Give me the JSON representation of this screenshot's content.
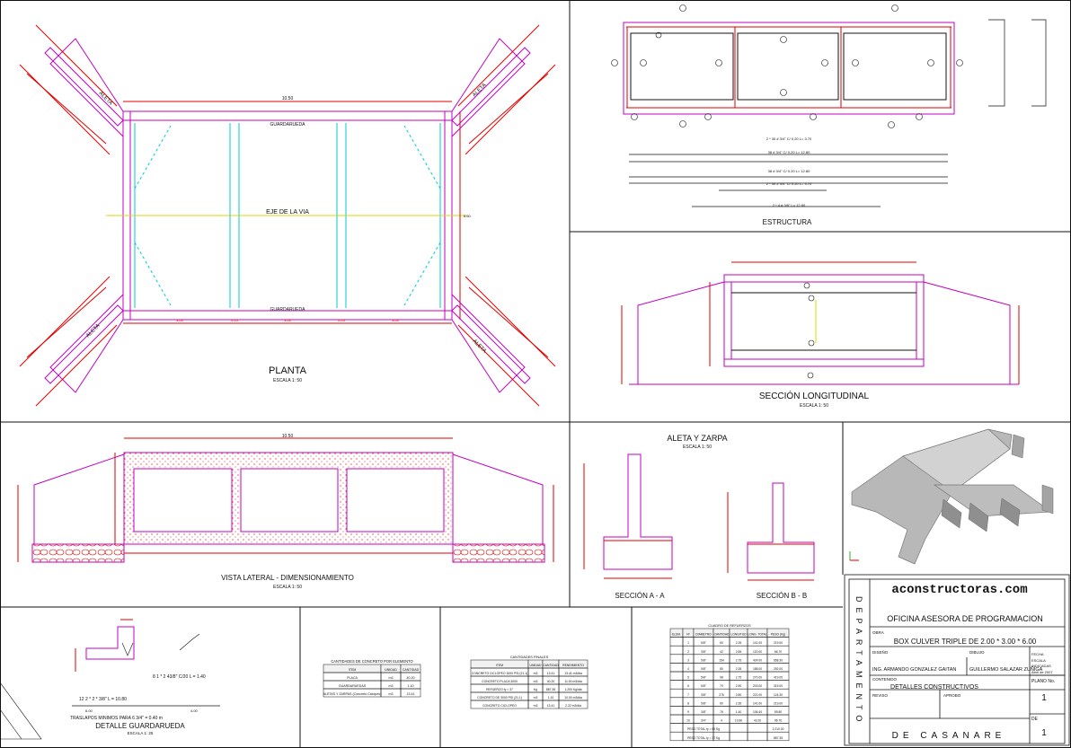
{
  "views": {
    "planta": {
      "title": "PLANTA",
      "scale": "ESCALA 1: 50",
      "guardarueda_top": "GUARDARUEDA",
      "guardarueda_bottom": "GUARDARUEDA",
      "axis_label": "EJE DE LA VIA",
      "aleta": "ALETA"
    },
    "estructura": {
      "title": "ESTRUCTURA"
    },
    "seccion_longitudinal": {
      "title": "SECCIÓN LONGITUDINAL",
      "scale": "ESCALA 1: 50"
    },
    "vista_lateral": {
      "title": "VISTA LATERAL - DIMENSIONAMIENTO",
      "scale": "ESCALA 1: 50"
    },
    "aleta_zarpa": {
      "title": "ALETA Y ZARPA",
      "scale": "ESCALA 1: 50",
      "section_a": "SECCIÓN  A - A",
      "section_b": "SECCIÓN  B - B"
    },
    "guardarueda": {
      "title": "DETALLE  GUARDARUEDA",
      "scale": "ESCALA 1: 25",
      "note_1": "8 1 * 2  43/8\" C/20 L = 1.40",
      "note_2": "12 2 * 2 * 3/8\" L = 10.80",
      "note_3": "TRASLAPOS MINIMOS PARA 6 3/4\" = 0.40 m",
      "dim_1": "6.00",
      "dim_2": "4.00"
    }
  },
  "tables": {
    "concreto": {
      "title": "CANTIDADES DE CONCRETO POR ELEMENTO",
      "headers": [
        "ITEM",
        "UNIDAD",
        "CANTIDAD"
      ],
      "rows": [
        [
          "PLACA",
          "m3",
          "40.20"
        ],
        [
          "GUARDARUEDAS",
          "m3",
          "1.10"
        ],
        [
          "ALETAS Y ZARPAS (Concreto Ciclópeo)",
          "m3",
          "13.41"
        ]
      ]
    },
    "finales": {
      "title": "CANTIDADES FINALES",
      "headers": [
        "ITEM",
        "UNIDAD",
        "CANTIDAD",
        "RENDIMIENTO"
      ],
      "rows": [
        [
          "CONCRETO CICLOPEO 3000 PSI (21.1)",
          "m3",
          "13.41",
          "13.41 m3/dia"
        ],
        [
          "CONCRETO PLACA 3000",
          "m3",
          "40.20",
          "11.00 m3/dia"
        ],
        [
          "REFUERZO fy = 37",
          "Kg",
          "887.35",
          "1,200 Kg/dia"
        ],
        [
          "CONCRETO DE 3000 PSI (21.1)",
          "m3",
          "1.10",
          "10.00 m3/dia"
        ],
        [
          "CONCRETO CICLOPEO",
          "m3",
          "13.41",
          "2.22 m3/dia"
        ]
      ]
    },
    "refuerzos": {
      "title": "CUADRO DE REFUERZOS",
      "headers": [
        "ELEM.",
        "Nº",
        "DIAMETRO",
        "CANTIDAD",
        "LONGITUD",
        "LONG. TOTAL",
        "PESO (Kg)"
      ],
      "rows": [
        [
          "1",
          "5/8\"",
          "60",
          "2.35",
          "141.00",
          "219.00"
        ],
        [
          "2",
          "3/8\"",
          "42",
          "2.85",
          "120.00",
          "66.70"
        ],
        [
          "3",
          "5/8\"",
          "154",
          "2.75",
          "424.00",
          "658.30"
        ],
        [
          "4",
          "5/8\"",
          "80",
          "2.35",
          "188.00",
          "292.00"
        ],
        [
          "5",
          "5/8\"",
          "98",
          "2.75",
          "270.00",
          "419.00"
        ],
        [
          "6",
          "5/8\"",
          "70",
          "2.90",
          "203.00",
          "315.00"
        ],
        [
          "7",
          "3/8\"",
          "276",
          "0.80",
          "221.00",
          "124.30"
        ],
        [
          "8",
          "5/8\"",
          "60",
          "2.35",
          "141.00",
          "219.00"
        ],
        [
          "9",
          "3/8\"",
          "76",
          "1.40",
          "106.40",
          "59.80"
        ],
        [
          "10",
          "3/4\"",
          "4",
          "10.80",
          "43.20",
          "96.70"
        ]
      ],
      "footer_1": "PESO TOTAL fy = 60 Kg",
      "footer_1_value": "2,210.30",
      "footer_2": "PESO TOTAL fy = 37 Kg",
      "footer_2_value": "887.35"
    }
  },
  "title_block": {
    "website": "aconstructoras.com",
    "department_vertical": "DEPARTAMENTO",
    "department_bottom": "DE  CASANARE",
    "office": "OFICINA ASESORA DE PROGRAMACION",
    "obra_label": "OBRA",
    "obra": "BOX CULVER TRIPLE  DE 2.00 * 3.00 * 6.00",
    "diseno_label": "DISEÑO",
    "diseno": "ING. ARMANDO GONZALEZ GAITAN",
    "dibujo_label": "DIBUJO",
    "dibujo": "GUILLERMO SALAZAR ZUÑIGA",
    "fecha_label": "FECHA",
    "fecha": "Abril de 2007",
    "contenido_label": "CONTENIDO",
    "contenido": "DETALLES CONSTRUCTIVOS",
    "reviso_label": "REVISO",
    "aprobo_label": "APROBO",
    "escala_label": "ESCALA",
    "escala": "INDICADAS",
    "plano_label": "PLANO No.",
    "plano": "1",
    "de_label": "DE",
    "de": "1"
  },
  "colors": {
    "outline": "#c000c0",
    "dimension": "#e00000",
    "axis": "#d8d800",
    "hidden": "#00c8d8",
    "line": "#111111",
    "model": "#b4b4b4"
  }
}
